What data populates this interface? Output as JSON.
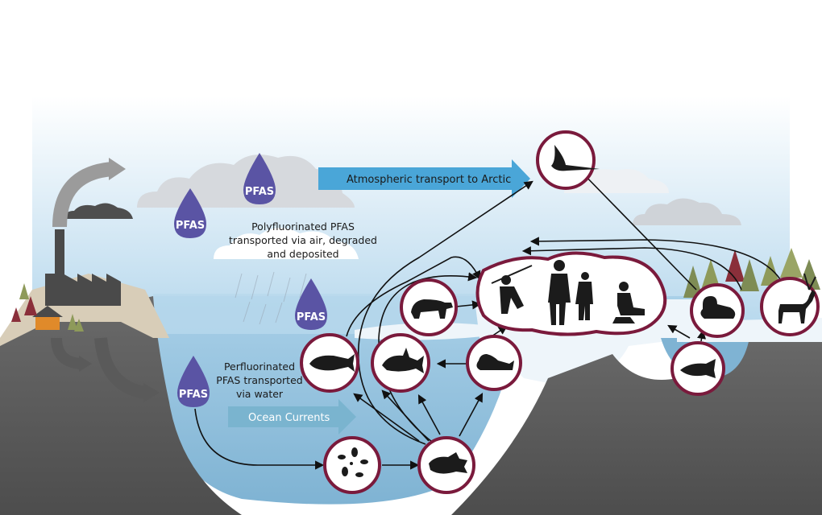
{
  "labels": {
    "drop": "PFAS",
    "atmospheric_transport": "Atmospheric transport to Arctic",
    "ocean_currents": "Ocean Currents",
    "poly_line1": "Polyfluorinated PFAS",
    "poly_line2": "transported via air, degraded",
    "poly_line3": "and deposited",
    "perf_line1": "Perfluorinated",
    "perf_line2": "PFAS transported",
    "perf_line3": "via water"
  },
  "colors": {
    "sky_top": "#ffffff",
    "sky_bottom": "#b9d9ee",
    "ocean": "#9dc8e2",
    "ocean_deep": "#6fa8cc",
    "ground": "#5e5e5e",
    "drop": "#5a54a4",
    "atmos_arrow": "#4aa6d8",
    "ocean_arrow": "#7ab4cf",
    "node_ring": "#7a1a3c",
    "silhouette": "#1b1b1b"
  },
  "icons": {
    "node_bird": "bird-icon",
    "node_polar_bear": "polar-bear-icon",
    "node_humans": "humans-icon",
    "node_duck": "duck-icon",
    "node_deer": "deer-icon",
    "node_whale": "whale-icon",
    "node_orca": "orca-icon",
    "node_seal": "seal-icon",
    "node_fish_lake": "fish-icon",
    "node_zooplankton": "zooplankton-icon",
    "node_sculpin": "sculpin-fish-icon",
    "factory": "factory-icon",
    "house": "house-icon"
  }
}
